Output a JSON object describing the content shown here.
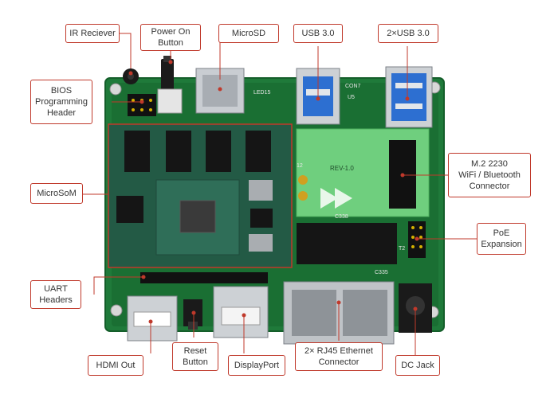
{
  "labels": {
    "ir_receiver": "IR Reciever",
    "power_on_button": "Power On\nButton",
    "microsd": "MicroSD",
    "usb30": "USB 3.0",
    "usb30x2": "2×USB 3.0",
    "bios_header": "BIOS\nProgramming\nHeader",
    "m2": "M.2 2230\nWiFi / Bluetooth\nConnector",
    "microsom": "MicroSoM",
    "poe": "PoE\nExpansion",
    "uart": "UART\nHeaders",
    "hdmi": "HDMI Out",
    "reset": "Reset\nButton",
    "displayport": "DisplayPort",
    "rj45": "2× RJ45 Ethernet\nConnector",
    "dcjack": "DC Jack"
  },
  "silkscreen": {
    "rev": "REV-1.0",
    "con7": "CON7",
    "u5": "U5",
    "t2": "T2",
    "led15": "LED15",
    "c338": "C338",
    "c335": "C335",
    "j12": "12"
  },
  "colors": {
    "callout": "#c0392b",
    "board_green": "#1f7a3a",
    "board_dark": "#16602c",
    "som_board": "#235a45",
    "m2_board": "#6fcf7e",
    "chip": "#151515",
    "metal": "#c8ccd0"
  }
}
